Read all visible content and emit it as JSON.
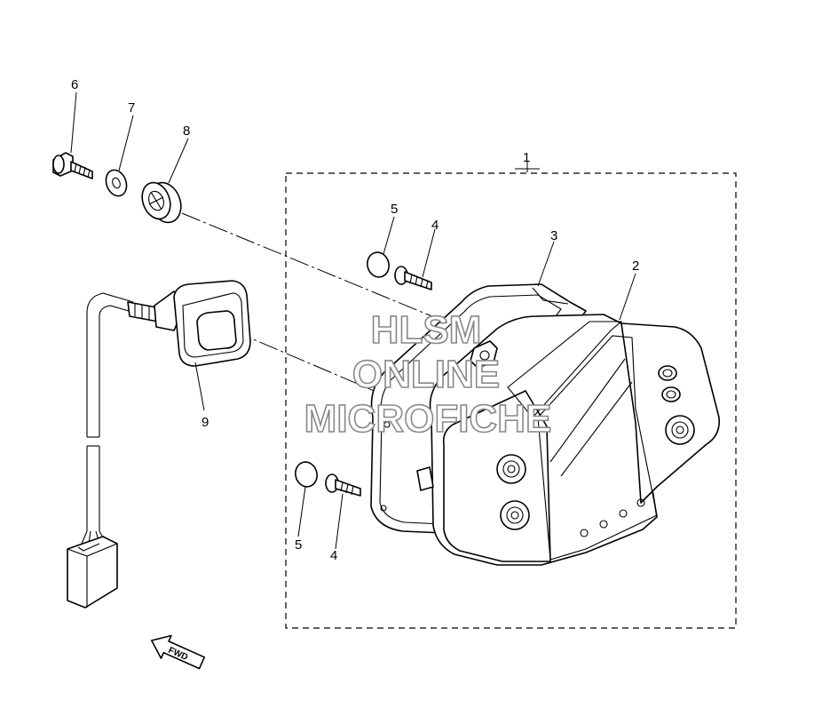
{
  "callouts": {
    "c1": "1",
    "c2": "2",
    "c3": "3",
    "c4_top": "4",
    "c4_bottom": "4",
    "c5_top": "5",
    "c5_bottom": "5",
    "c6": "6",
    "c7": "7",
    "c8": "8",
    "c9": "9"
  },
  "watermark": {
    "line1": "HLSM",
    "line2": "ONLINE",
    "line3": "MICROFICHE",
    "color": "#888888"
  },
  "fwd_label": "FWD",
  "colors": {
    "line": "#000000",
    "background": "#ffffff"
  }
}
